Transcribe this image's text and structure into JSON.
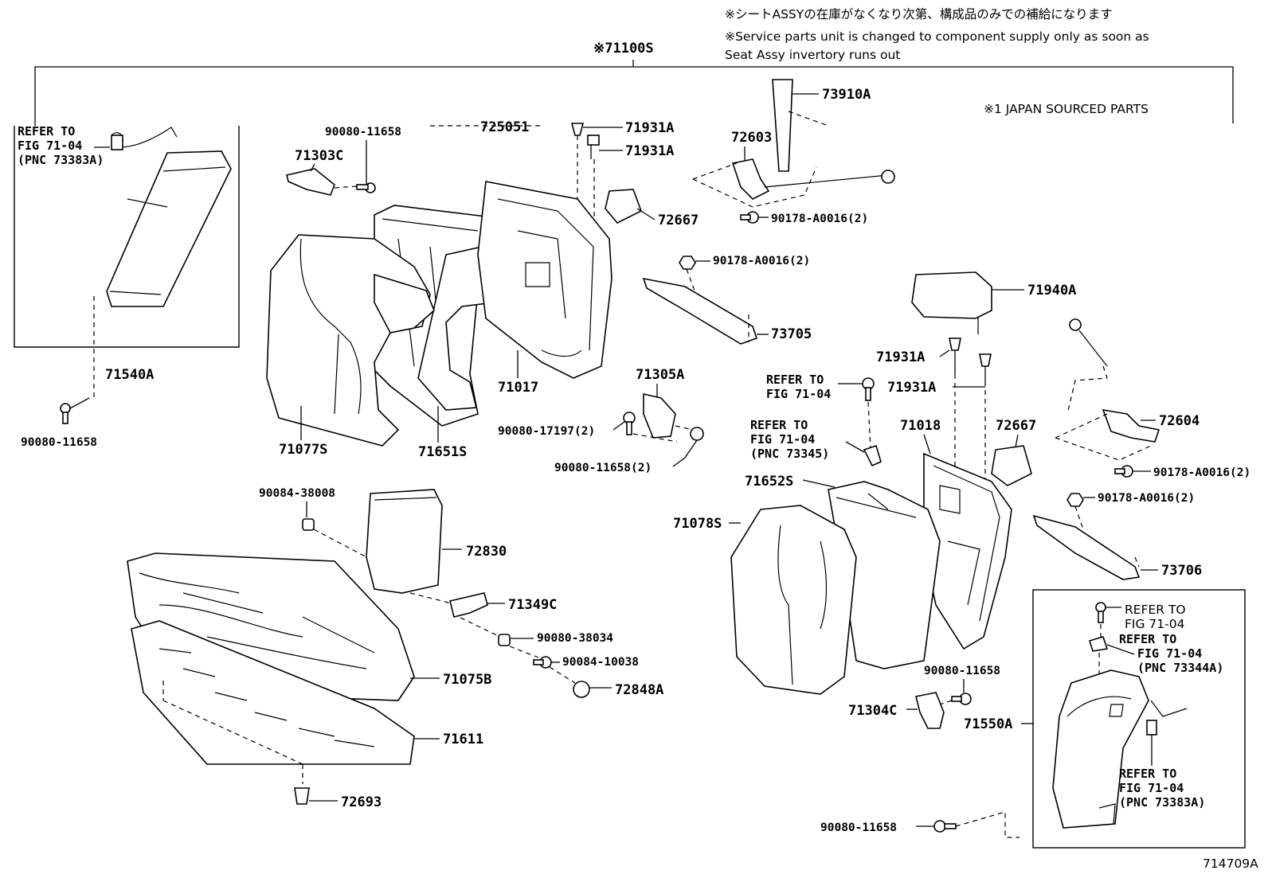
{
  "notes": {
    "jp": "※シートASSYの在庫がなくなり次第、構成品のみでの補給になります",
    "en_line1": "※Service parts unit is changed to component supply only as soon as",
    "en_line2": "Seat Assy invertory runs out",
    "japan_parts": "※1  JAPAN  SOURCED  PARTS"
  },
  "assembly_label": "※71100S",
  "figure_id": "714709A",
  "callouts": {
    "p71540A": "71540A",
    "p90080_11658_a": "90080-11658",
    "p90080_11658_b": "90080-11658",
    "p71303C": "71303C",
    "p71931A_a": "71931A",
    "p71931A_b": "71931A",
    "p72667_a": "72667",
    "p73910A": "73910A",
    "p72603": "72603",
    "p90178_a": "90178-A0016(2)",
    "p90178_b": "90178-A0016(2)",
    "p73705": "73705",
    "p71017": "71017",
    "p71077S": "71077S",
    "p71651S": "71651S",
    "p71305A": "71305A",
    "p90080_17197": "90080-17197(2)",
    "p90080_11658_2": "90080-11658(2)",
    "p90084_38008": "90084-38008",
    "p72830": "72830",
    "p71349C": "71349C",
    "p90080_38034": "90080-38034",
    "p90084_10038": "90084-10038",
    "p72848A": "72848A",
    "p71075B": "71075B",
    "p71611": "71611",
    "p72693": "72693",
    "p71940A": "71940A",
    "p71931A_c": "71931A",
    "p71931A_d": "71931A",
    "p71018": "71018",
    "p72667_b": "72667",
    "p72604": "72604",
    "p90178_c": "90178-A0016(2)",
    "p90178_d": "90178-A0016(2)",
    "p73706": "73706",
    "p71652S": "71652S",
    "p71078S": "71078S",
    "p90080_11658_c": "90080-11658",
    "p71304C": "71304C",
    "p71550A": "71550A",
    "p90080_11658_d": "90080-11658"
  },
  "refs": {
    "left_box_l1": "REFER TO",
    "left_box_l2": "FIG 71-04",
    "left_box_l3": "(PNC 73383A)",
    "mid_l1": "REFER TO",
    "mid_l2": "FIG 71-04",
    "mid2_l1": "REFER TO",
    "mid2_l2": "FIG 71-04",
    "mid2_l3": "(PNC 73345)",
    "right_a_l1": "REFER TO",
    "right_a_l2": "FIG 71-04",
    "right_b_l1": "REFER TO",
    "right_b_l2": "FIG 71-04",
    "right_b_l3": "(PNC 73344A)",
    "right_c_l1": "REFER TO",
    "right_c_l2": "FIG 71-04",
    "right_c_l3": "(PNC 73383A)"
  }
}
